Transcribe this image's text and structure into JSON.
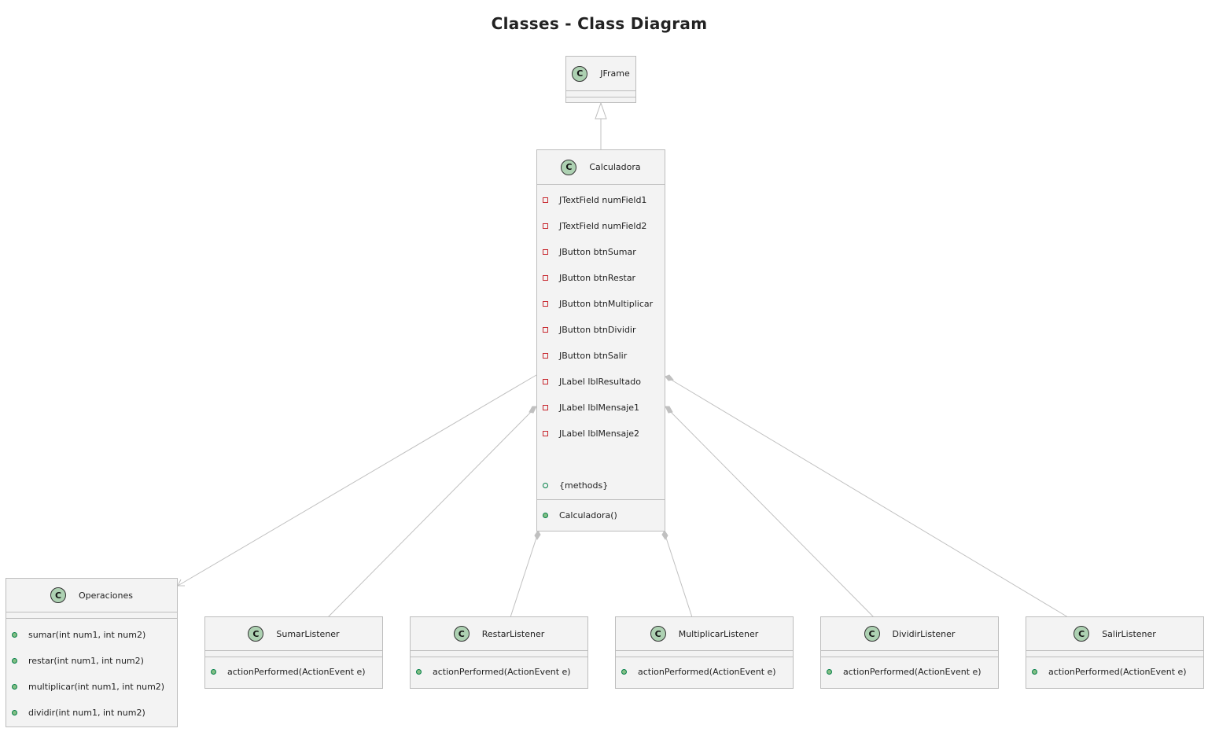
{
  "title": "Classes - Class Diagram",
  "class_icon_letter": "C",
  "colors": {
    "box_fill": "#f3f3f3",
    "box_border": "#bdbdbd",
    "class_icon": "#add1b2",
    "private_marker": "#c82930",
    "public_marker": "#84be84",
    "edge": "#c0c0c0"
  },
  "classes": {
    "jframe": {
      "name": "JFrame"
    },
    "calculadora": {
      "name": "Calculadora",
      "fields": [
        "JTextField numField1",
        "JTextField numField2",
        "JButton btnSumar",
        "JButton btnRestar",
        "JButton btnMultiplicar",
        "JButton btnDividir",
        "JButton btnSalir",
        "JLabel lblResultado",
        "JLabel lblMensaje1",
        "JLabel lblMensaje2",
        "",
        "{methods}"
      ],
      "methods": [
        "Calculadora()"
      ]
    },
    "operaciones": {
      "name": "Operaciones",
      "methods": [
        "sumar(int num1, int num2)",
        "restar(int num1, int num2)",
        "multiplicar(int num1, int num2)",
        "dividir(int num1, int num2)"
      ]
    },
    "sumar_listener": {
      "name": "SumarListener",
      "methods": [
        "actionPerformed(ActionEvent e)"
      ]
    },
    "restar_listener": {
      "name": "RestarListener",
      "methods": [
        "actionPerformed(ActionEvent e)"
      ]
    },
    "multiplicar_listener": {
      "name": "MultiplicarListener",
      "methods": [
        "actionPerformed(ActionEvent e)"
      ]
    },
    "dividir_listener": {
      "name": "DividirListener",
      "methods": [
        "actionPerformed(ActionEvent e)"
      ]
    },
    "salir_listener": {
      "name": "SalirListener",
      "methods": [
        "actionPerformed(ActionEvent e)"
      ]
    }
  },
  "relationships": [
    {
      "from": "Calculadora",
      "to": "JFrame",
      "type": "inheritance"
    },
    {
      "from": "Calculadora",
      "to": "Operaciones",
      "type": "association"
    },
    {
      "from": "Calculadora",
      "to": "SumarListener",
      "type": "composition"
    },
    {
      "from": "Calculadora",
      "to": "RestarListener",
      "type": "composition"
    },
    {
      "from": "Calculadora",
      "to": "MultiplicarListener",
      "type": "composition"
    },
    {
      "from": "Calculadora",
      "to": "DividirListener",
      "type": "composition"
    },
    {
      "from": "Calculadora",
      "to": "SalirListener",
      "type": "composition"
    }
  ]
}
